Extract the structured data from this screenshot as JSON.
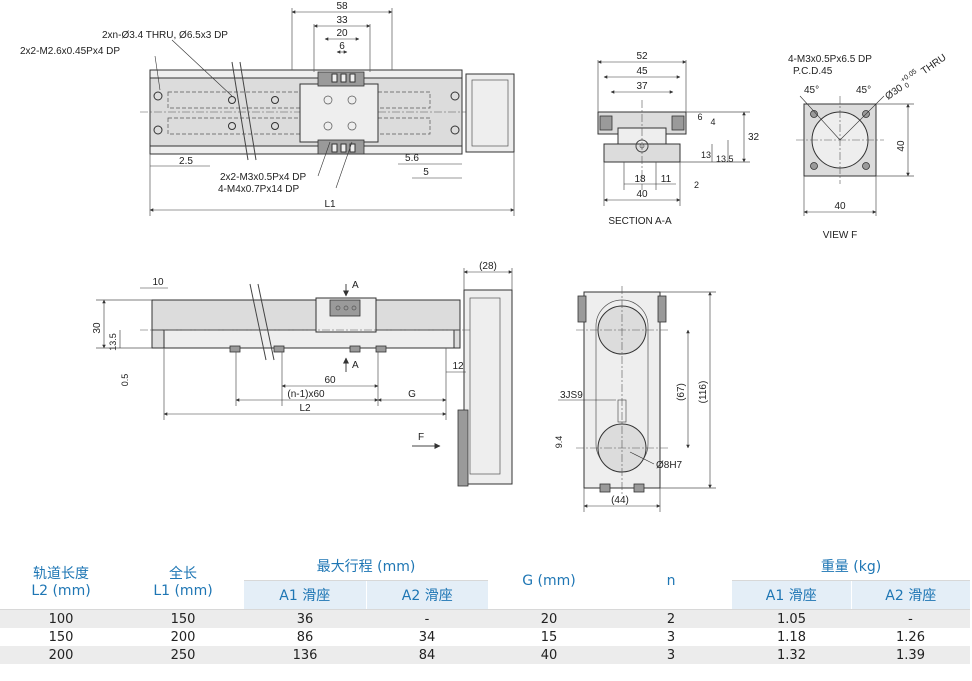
{
  "drawing": {
    "top_view": {
      "note_thru": "2xn-Ø3.4 THRU, Ø6.5x3 DP",
      "note_m26": "2x2-M2.6x0.45Px4 DP",
      "note_m3": "2x2-M3x0.5Px4 DP",
      "note_m4": "4-M4x0.7Px14 DP",
      "dim_58": "58",
      "dim_33": "33",
      "dim_20": "20",
      "dim_6": "6",
      "dim_2_5": "2.5",
      "dim_5_6": "5.6",
      "dim_5": "5",
      "dim_L1": "L1"
    },
    "section": {
      "dim_52": "52",
      "dim_45": "45",
      "dim_37": "37",
      "dim_6": "6",
      "dim_4": "4",
      "dim_32": "32",
      "dim_13": "13",
      "dim_13_5": "13.5",
      "dim_18": "18",
      "dim_11": "11",
      "dim_40": "40",
      "dim_2": "2",
      "caption": "SECTION A-A"
    },
    "view_f": {
      "note_m3": "4-M3x0.5Px6.5 DP",
      "pcd": "P.C.D.45",
      "angle_left": "45°",
      "angle_right": "45°",
      "thru": "Ø30",
      "tol_upper": "+0.05",
      "tol_lower": "0",
      "thru_suffix": "THRU",
      "dim_40_v": "40",
      "dim_40_h": "40",
      "caption": "VIEW F"
    },
    "side_view": {
      "dim_10": "10",
      "label_a_top": "A",
      "label_a_bottom": "A",
      "dim_30": "30",
      "dim_13_5": "13.5",
      "dim_0_5": "0.5",
      "dim_60": "60",
      "dim_n60": "(n-1)x60",
      "dim_G": "G",
      "dim_L2": "L2",
      "dim_12": "12",
      "dim_28": "(28)",
      "label_f": "F"
    },
    "end_view": {
      "note_3js9": "3JS9",
      "dim_9_4": "9.4",
      "note_8h7": "Ø8H7",
      "dim_67": "(67)",
      "dim_116": "(116)",
      "dim_44": "(44)"
    }
  },
  "table": {
    "headers": {
      "rail_length": "轨道长度",
      "rail_length_unit": "L2 (mm)",
      "total_length": "全长",
      "total_length_unit": "L1 (mm)",
      "max_stroke": "最大行程 (mm)",
      "g": "G (mm)",
      "n": "n",
      "weight": "重量 (kg)",
      "a1": "A1 滑座",
      "a2": "A2 滑座",
      "a1_w": "A1 滑座",
      "a2_w": "A2 滑座"
    },
    "rows": [
      {
        "l2": "100",
        "l1": "150",
        "s_a1": "36",
        "s_a2": "-",
        "g": "20",
        "n": "2",
        "w_a1": "1.05",
        "w_a2": "-"
      },
      {
        "l2": "150",
        "l1": "200",
        "s_a1": "86",
        "s_a2": "34",
        "g": "15",
        "n": "3",
        "w_a1": "1.18",
        "w_a2": "1.26"
      },
      {
        "l2": "200",
        "l1": "250",
        "s_a1": "136",
        "s_a2": "84",
        "g": "40",
        "n": "3",
        "w_a1": "1.32",
        "w_a2": "1.39"
      }
    ]
  }
}
